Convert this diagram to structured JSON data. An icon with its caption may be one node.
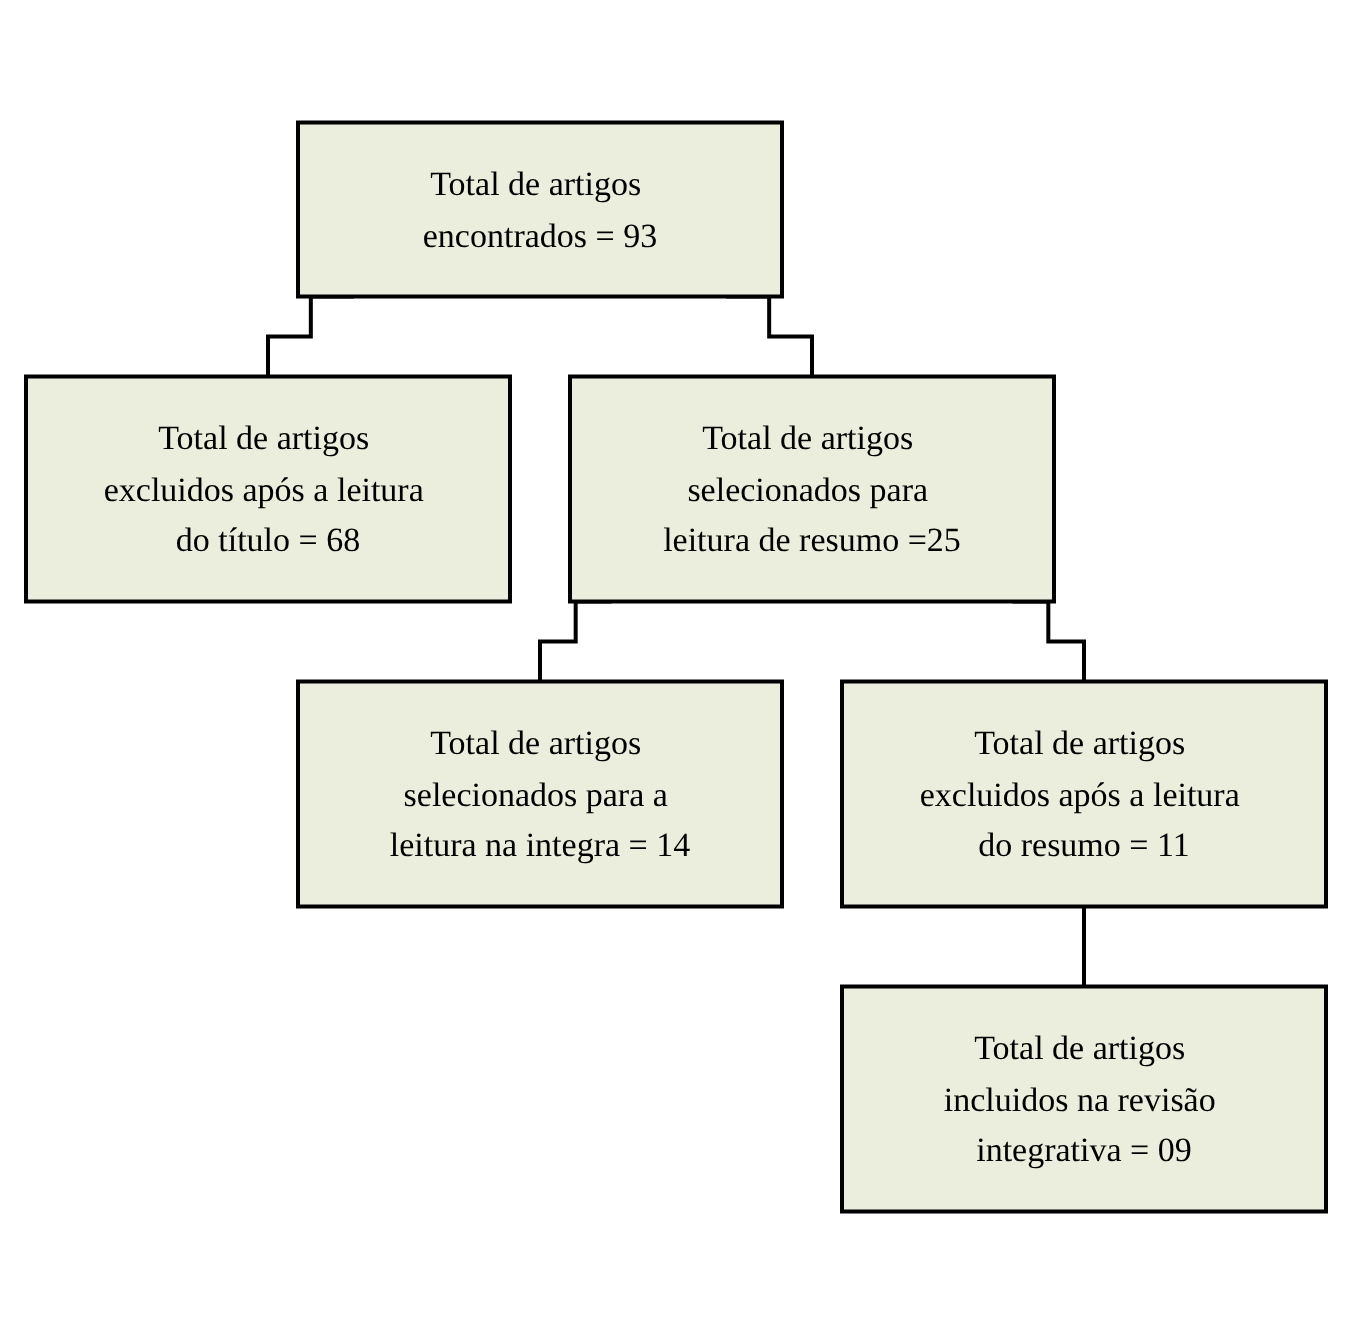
{
  "diagram": {
    "nodes": [
      {
        "text": [
          "Total de artigos encontrados = 93"
        ]
      },
      {
        "text": [
          "Total de artigos excluidos após a leitura do título = 68"
        ]
      },
      {
        "text": [
          "Total de artigos selecionados para leitura de resumo =25"
        ]
      },
      {
        "text": [
          "Total de artigos selecionados para a leitura na integra = 14"
        ]
      },
      {
        "text": [
          "Total de artigos excluidos após a leitura do resumo = 11"
        ]
      },
      {
        "text": [
          "Total de artigos incluidos na revisão integrativa = 09"
        ]
      }
    ],
    "edges": [
      {
        "from": 0,
        "to": 1,
        "arrow": "none"
      },
      {
        "from": 0,
        "to": 2,
        "arrow": "none"
      },
      {
        "from": 2,
        "to": 3,
        "arrow": "none"
      },
      {
        "from": 2,
        "to": 4,
        "arrow": "none"
      },
      {
        "from": 4,
        "to": 5,
        "arrow": "none"
      }
    ]
  }
}
